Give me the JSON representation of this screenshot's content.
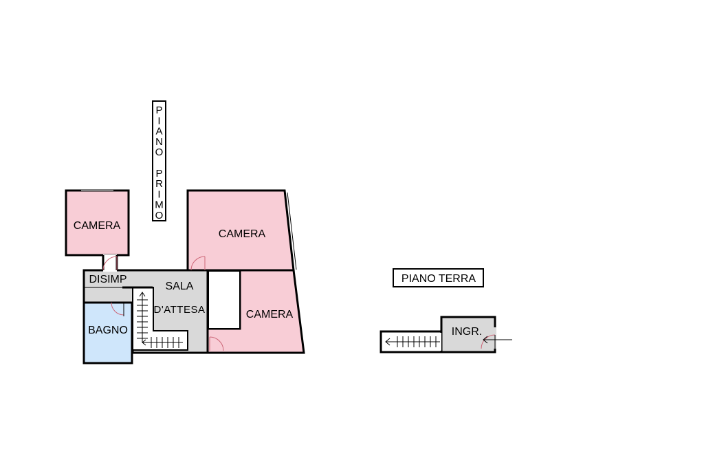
{
  "floor_labels": {
    "first_floor": "PIANO PRIMO",
    "first_floor_letters": [
      "P",
      "I",
      "A",
      "N",
      "O",
      "",
      "P",
      "R",
      "I",
      "M",
      "O"
    ],
    "ground_floor": "PIANO TERRA"
  },
  "rooms": {
    "camera_top_left": "CAMERA",
    "camera_large": "CAMERA",
    "camera_lower": "CAMERA",
    "disimpegno": "DISIMP",
    "sala_line1": "SALA",
    "sala_line2": "D'ATTESA",
    "bagno": "BAGNO",
    "ingresso": "INGR."
  },
  "colors": {
    "camera_fill": "#f8cdd6",
    "bagno_fill": "#cfe6fb",
    "service_fill": "#d9d9d9",
    "wall": "#000000"
  }
}
